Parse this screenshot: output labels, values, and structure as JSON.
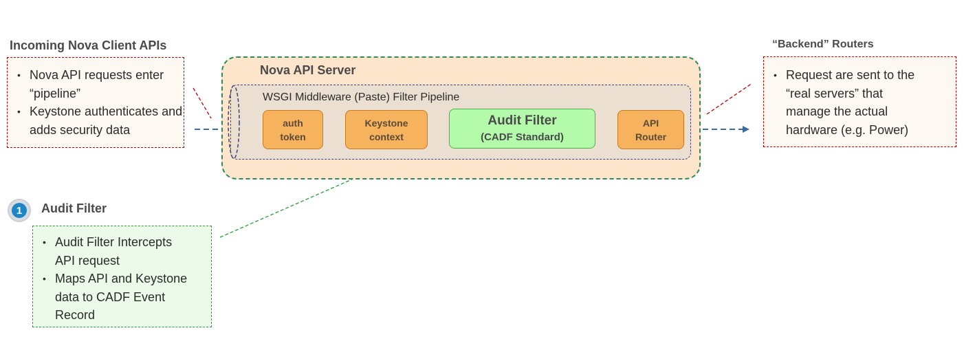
{
  "incoming": {
    "heading": "Incoming Nova Client  APIs",
    "bullets": [
      "Nova API requests enter “pipeline”",
      "Keystone authenticates and adds security data"
    ]
  },
  "server": {
    "title": "Nova API Server",
    "pipeline_title": "WSGI Middleware (Paste) Filter Pipeline",
    "stages": [
      {
        "line1": "auth",
        "line2": "token"
      },
      {
        "line1": "Keystone",
        "line2": "context"
      },
      {
        "line1": "Audit Filter",
        "line2": "(CADF Standard)"
      },
      {
        "line1": "API",
        "line2": "Router"
      }
    ]
  },
  "backend": {
    "heading": "“Backend” Routers",
    "lines": [
      "Request are sent to the",
      "“real servers” that",
      "manage the actual",
      "hardware (e.g. Power)"
    ]
  },
  "audit": {
    "badge": "1",
    "heading": "Audit Filter",
    "bullets": [
      [
        "Audit Filter Intercepts",
        "API request"
      ],
      [
        "Maps API and Keystone",
        "data to CADF Event",
        "Record"
      ]
    ]
  },
  "colors": {
    "flow_arrow": "#3d6aa0",
    "callout_red": "#c00000",
    "callout_green": "#2a9b3a",
    "server_fill": "#fde5cc",
    "stage_fill": "#f6b25c",
    "audit_fill": "#b3fbaa"
  }
}
